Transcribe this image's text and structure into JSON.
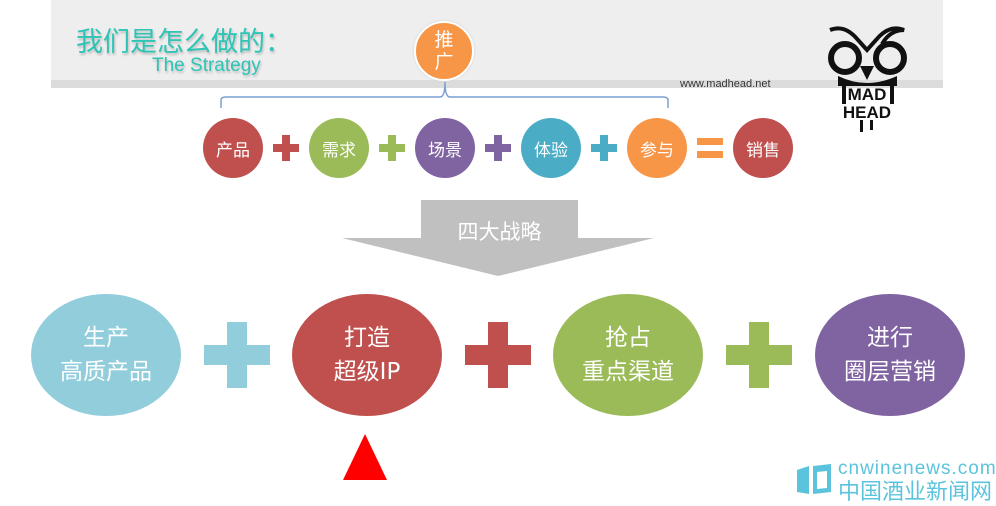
{
  "header": {
    "title": "我们是怎么做的：",
    "subtitle": "The Strategy",
    "url": "www.madhead.net",
    "logo_text": "MAD HEAD"
  },
  "top_node": {
    "label": "推广"
  },
  "formula": {
    "items": [
      {
        "label": "产品",
        "color": "#c0504d"
      },
      {
        "label": "需求",
        "color": "#9bbb59"
      },
      {
        "label": "场景",
        "color": "#8064a2"
      },
      {
        "label": "体验",
        "color": "#4bacc6"
      },
      {
        "label": "参与",
        "color": "#f79646"
      }
    ],
    "result": {
      "label": "销售",
      "color": "#c0504d"
    },
    "operators_colors": [
      "#c0504d",
      "#9bbb59",
      "#8064a2",
      "#4bacc6"
    ],
    "equals_color": "#f79646"
  },
  "arrow": {
    "label": "四大战略"
  },
  "strategies": [
    {
      "line1": "生产",
      "line2": "高质产品",
      "color": "#92cddc"
    },
    {
      "line1": "打造",
      "line2": "超级IP",
      "color": "#c0504d"
    },
    {
      "line1": "抢占",
      "line2": "重点渠道",
      "color": "#9bbb59"
    },
    {
      "line1": "进行",
      "line2": "圈层营销",
      "color": "#8064a2"
    }
  ],
  "strategy_plus_colors": [
    "#92cddc",
    "#c0504d",
    "#9bbb59"
  ],
  "watermark": {
    "domain": "cnwinenews.com",
    "name": "中国酒业新闻网"
  }
}
